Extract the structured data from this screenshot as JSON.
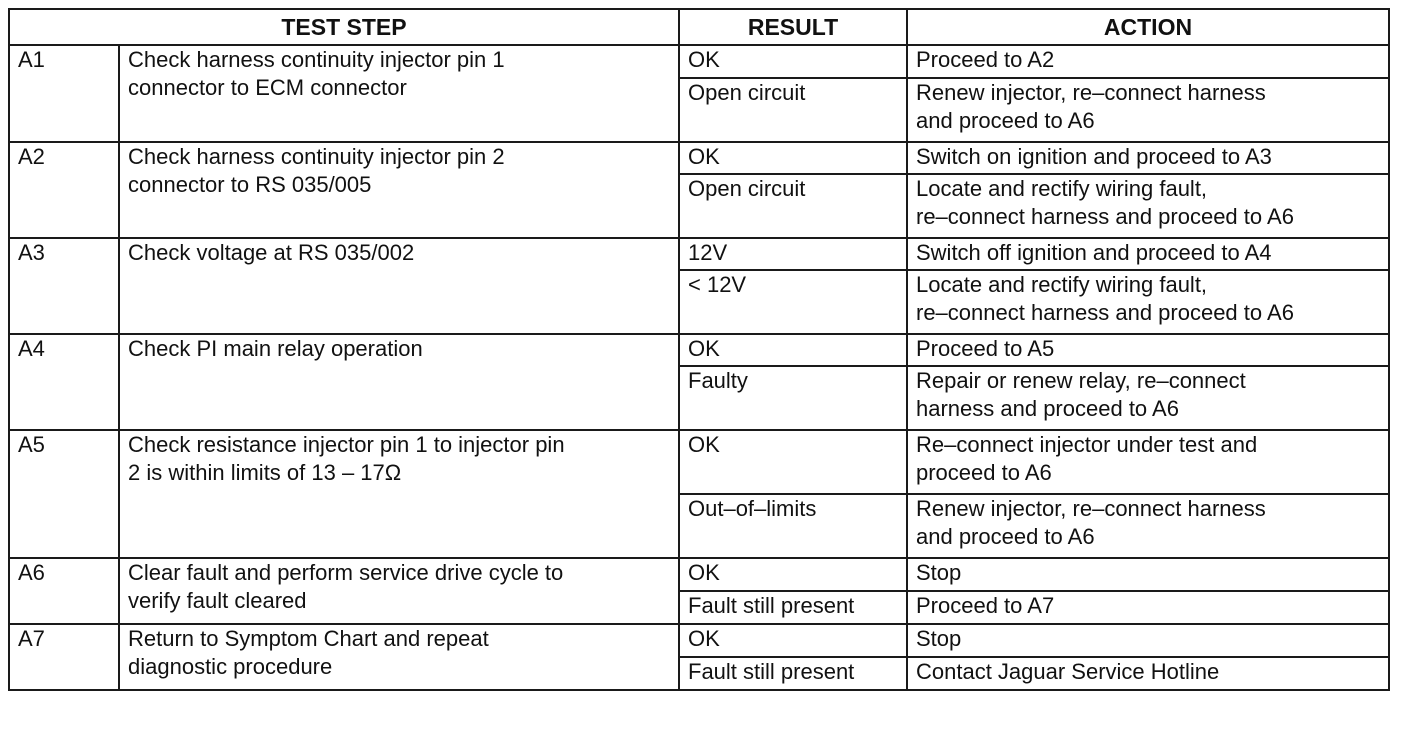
{
  "headers": {
    "test_step": "TEST STEP",
    "result": "RESULT",
    "action": "ACTION"
  },
  "steps": [
    {
      "id": "A1",
      "description": "Check harness continuity injector pin 1\nconnector to ECM connector",
      "results": [
        {
          "result": "OK",
          "action": "Proceed to A2"
        },
        {
          "result": "Open circuit",
          "action": "Renew injector, re–connect harness\nand proceed to A6"
        }
      ]
    },
    {
      "id": "A2",
      "description": "Check harness continuity injector pin 2\nconnector to RS 035/005",
      "results": [
        {
          "result": "OK",
          "action": "Switch on ignition and proceed to A3"
        },
        {
          "result": "Open circuit",
          "action": "Locate and rectify wiring fault,\nre–connect harness and proceed to A6"
        }
      ]
    },
    {
      "id": "A3",
      "description": "Check voltage at RS 035/002",
      "results": [
        {
          "result": "12V",
          "action": "Switch off ignition and proceed to A4"
        },
        {
          "result": "< 12V",
          "action": "Locate and rectify wiring fault,\nre–connect harness and proceed to A6"
        }
      ]
    },
    {
      "id": "A4",
      "description": "Check PI main relay operation",
      "results": [
        {
          "result": "OK",
          "action": "Proceed to A5"
        },
        {
          "result": "Faulty",
          "action": "Repair or renew relay, re–connect\nharness and proceed to A6"
        }
      ]
    },
    {
      "id": "A5",
      "description": "Check resistance injector pin 1 to injector pin\n2 is within limits of 13 – 17Ω",
      "results": [
        {
          "result": "OK",
          "action": "Re–connect injector under test and\nproceed to A6"
        },
        {
          "result": "Out–of–limits",
          "action": "Renew injector, re–connect harness\nand proceed to A6"
        }
      ]
    },
    {
      "id": "A6",
      "description": "Clear fault and perform service drive cycle to\nverify fault cleared",
      "results": [
        {
          "result": "OK",
          "action": "Stop"
        },
        {
          "result": "Fault still present",
          "action": "Proceed to A7"
        }
      ]
    },
    {
      "id": "A7",
      "description": "Return to Symptom Chart and repeat\ndiagnostic procedure",
      "results": [
        {
          "result": "OK",
          "action": "Stop"
        },
        {
          "result": "Fault still present",
          "action": "Contact Jaguar Service Hotline"
        }
      ]
    }
  ]
}
